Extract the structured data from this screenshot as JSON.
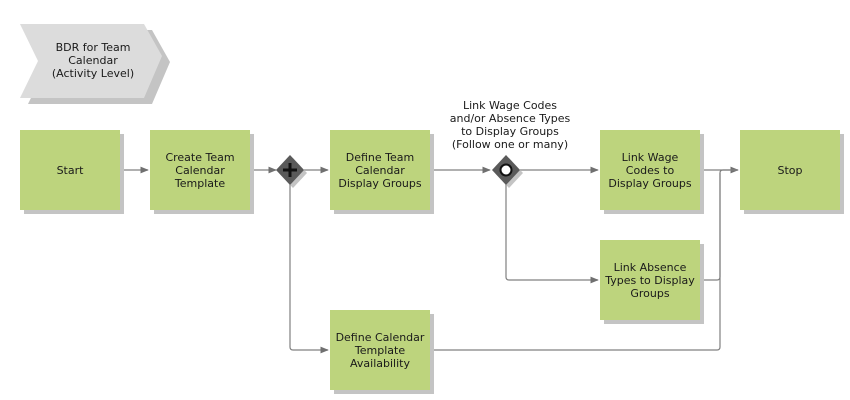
{
  "diagram": {
    "header": {
      "label": "BDR for Team\nCalendar\n(Activity Level)"
    },
    "annotation": "Link Wage Codes\nand/or Absence Types\nto Display Groups\n(Follow one or many)",
    "nodes": {
      "start": "Start",
      "create_template": "Create Team\nCalendar\nTemplate",
      "define_display_groups": "Define Team\nCalendar\nDisplay Groups",
      "link_wage_codes": "Link Wage\nCodes to\nDisplay Groups",
      "link_absence_types": "Link Absence\nTypes to Display\nGroups",
      "define_availability": "Define Calendar\nTemplate\nAvailability",
      "stop": "Stop"
    },
    "gateways": {
      "and_gateway": "parallel",
      "or_gateway": "inclusive"
    },
    "colors": {
      "task_fill": "#bdd47d",
      "task_shadow": "#c4c4c4",
      "header_fill": "#dcdcdc",
      "gateway_fill": "#5a5a5a",
      "connector": "#808080"
    }
  }
}
